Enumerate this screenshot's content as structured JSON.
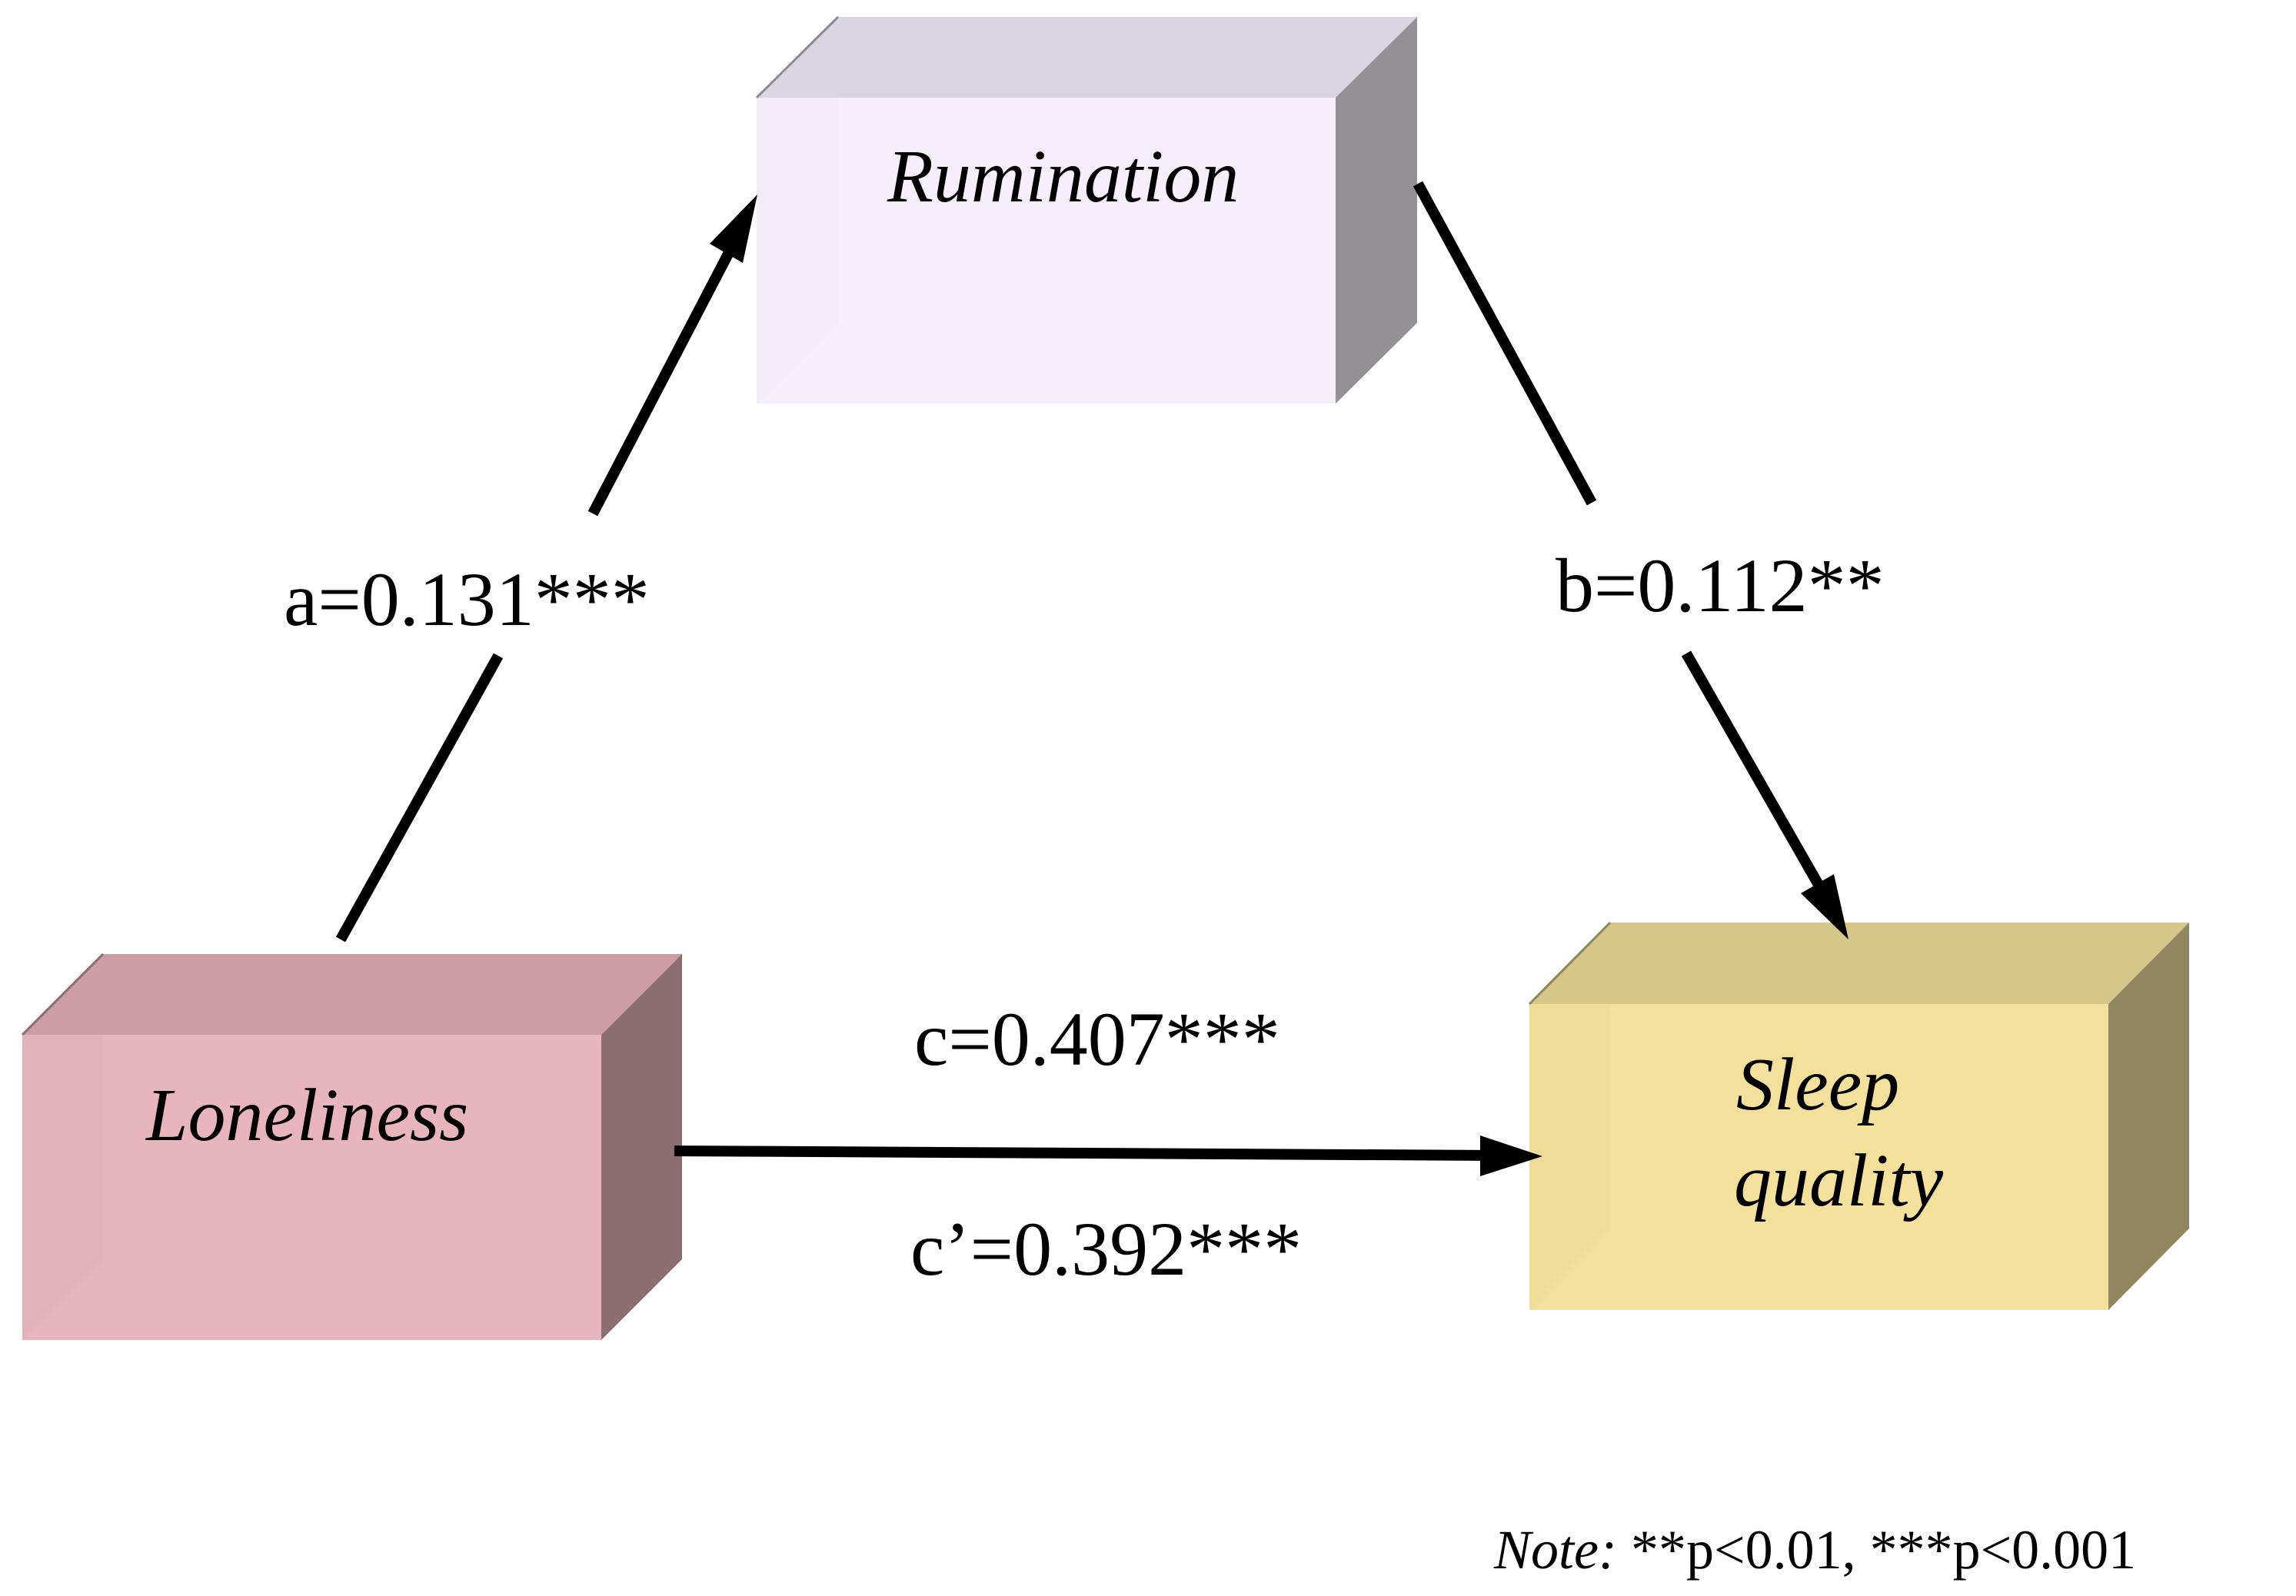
{
  "nodes": {
    "rumination": {
      "label": "Rumination",
      "colors": {
        "front": "#f6effb",
        "bevel": "#f3ecf8",
        "top": "#dad5e1",
        "side": "#939096",
        "edge": "#8e8a92"
      }
    },
    "loneliness": {
      "label": "Loneliness",
      "colors": {
        "front": "#e8b4be",
        "bevel": "#e4b1bb",
        "top": "#cd9da6",
        "side": "#8c6d72",
        "edge": "#8a6d72"
      }
    },
    "sleep_quality": {
      "label_line1": "Sleep",
      "label_line2": "quality",
      "colors": {
        "front": "#f3e09c",
        "bevel": "#efdc99",
        "top": "#d6c68a",
        "side": "#918660",
        "edge": "#8f855f"
      }
    }
  },
  "paths": {
    "a": {
      "label": "a=0.131***",
      "from": "Loneliness",
      "to": "Rumination",
      "coefficient": 0.131,
      "significance": "***"
    },
    "b": {
      "label": "b=0.112**",
      "from": "Rumination",
      "to": "Sleep quality",
      "coefficient": 0.112,
      "significance": "**"
    },
    "c": {
      "label": "c=0.407***",
      "from": "Loneliness",
      "to": "Sleep quality",
      "coefficient": 0.407,
      "significance": "***",
      "kind": "total effect"
    },
    "c_prime": {
      "label": "c’=0.392***",
      "from": "Loneliness",
      "to": "Sleep quality",
      "coefficient": 0.392,
      "significance": "***",
      "kind": "direct effect"
    }
  },
  "note": {
    "prefix": "Note:",
    "text": " **p<0.01, ***p<0.001"
  }
}
